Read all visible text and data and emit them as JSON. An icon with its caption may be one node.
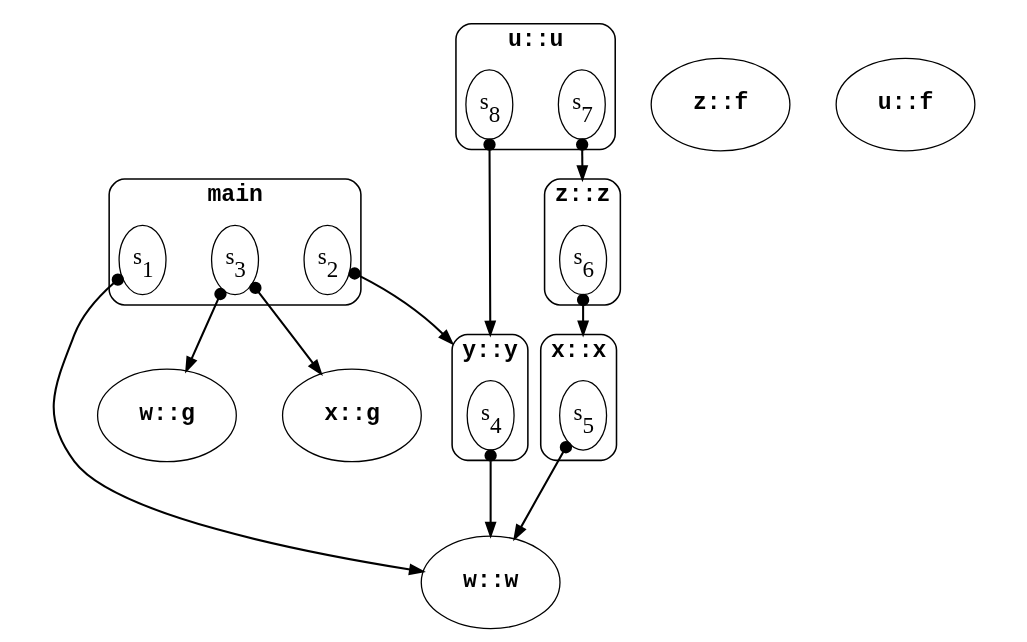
{
  "diagram": {
    "nodes": [
      {
        "text": [
          "main"
        ]
      },
      {
        "text": [
          "s$_{1}$"
        ],
        "in": 0
      },
      {
        "text": [
          "s$_{2}$"
        ],
        "in": 0
      },
      {
        "text": [
          "s$_{3}$"
        ],
        "in": 0
      },
      {
        "text": [
          "u::u"
        ]
      },
      {
        "text": [
          "s$_{7}$"
        ],
        "in": 4
      },
      {
        "text": [
          "s$_{8}$"
        ],
        "in": 4
      },
      {
        "text": [
          "z::z"
        ]
      },
      {
        "text": [
          "s$_{6}$"
        ],
        "in": 7
      },
      {
        "text": [
          "y::y"
        ]
      },
      {
        "text": [
          "s$_{4}$"
        ],
        "in": 9
      },
      {
        "text": [
          "w::g"
        ]
      },
      {
        "text": [
          "x::g"
        ]
      },
      {
        "text": [
          "x::x"
        ]
      },
      {
        "text": [
          "s$_{5}$"
        ],
        "in": 13
      },
      {
        "text": [
          "w::w"
        ]
      },
      {
        "text": [
          "z::f"
        ]
      },
      {
        "text": [
          "u::f"
        ]
      }
    ],
    "edges": [
      {
        "from": 1,
        "to": 15,
        "arrow": "to"
      },
      {
        "from": 2,
        "to": 9,
        "arrow": "to"
      },
      {
        "from": 3,
        "to": 12,
        "arrow": "to"
      },
      {
        "from": 3,
        "to": 11,
        "arrow": "to"
      },
      {
        "from": 5,
        "to": 7,
        "arrow": "to"
      },
      {
        "from": 6,
        "to": 9,
        "arrow": "to"
      },
      {
        "from": 8,
        "to": 13,
        "arrow": "to"
      },
      {
        "from": 10,
        "to": 15,
        "arrow": "to"
      },
      {
        "from": 14,
        "to": 15,
        "arrow": "to"
      }
    ]
  }
}
